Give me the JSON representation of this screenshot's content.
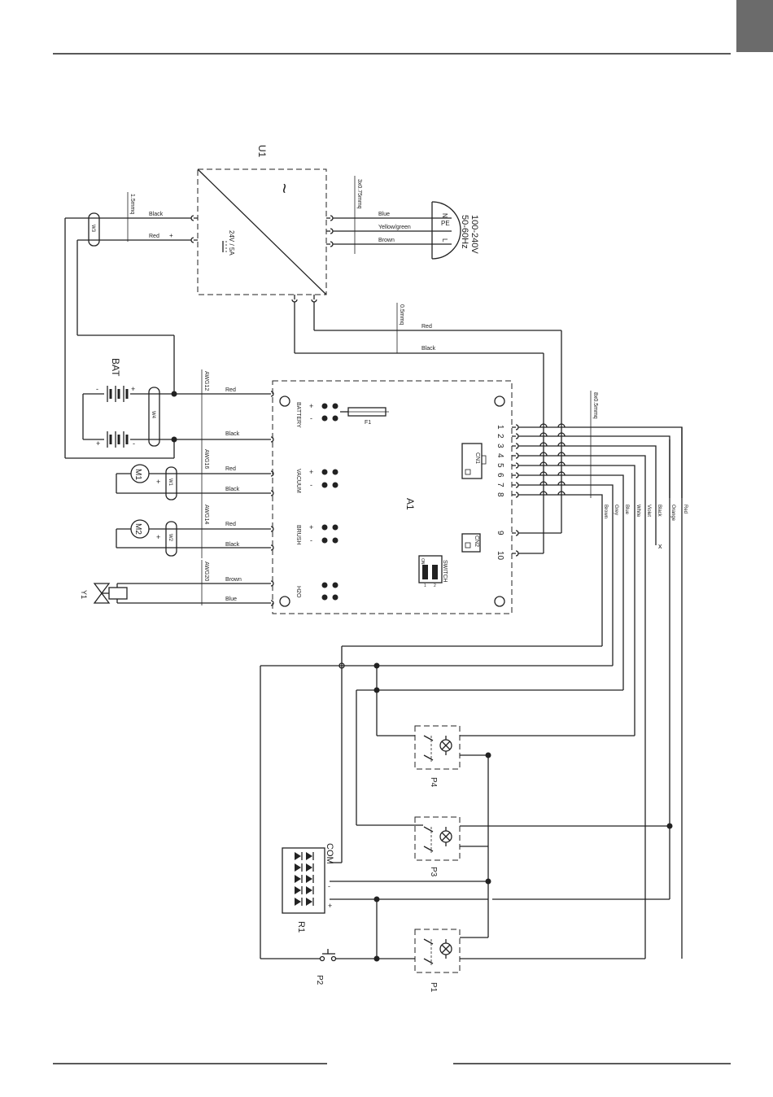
{
  "page": {
    "header_color": "#6b6b6b"
  },
  "power_supply": {
    "ref": "U1",
    "rating": "24V / 5A",
    "symbol": "~"
  },
  "mains": {
    "voltage": "100-240V",
    "frequency": "50-60Hz",
    "terminals": [
      "N",
      "PE",
      "L"
    ],
    "wires": [
      "Blue",
      "Yellow/green",
      "Brown"
    ],
    "cable": "3x0.75mmq"
  },
  "supply_out": {
    "cable": "1.5mmq",
    "wires": [
      "Black",
      "Red"
    ],
    "sheath": "W3"
  },
  "control_power": {
    "cable": "0.5mmq",
    "wires": [
      "Red",
      "Black"
    ]
  },
  "battery": {
    "ref": "BAT",
    "sheath": "W4",
    "gauge": "AWG12",
    "wires": [
      "Red",
      "Black"
    ]
  },
  "vacuum_motor": {
    "ref": "M1",
    "sheath": "W1",
    "gauge": "AWG16",
    "wires": [
      "Red",
      "Black"
    ]
  },
  "brush_motor": {
    "ref": "M2",
    "sheath": "W2",
    "gauge": "AWG14",
    "wires": [
      "Red",
      "Black"
    ]
  },
  "valve": {
    "ref": "Y1",
    "gauge": "AWG20",
    "wires": [
      "Brown",
      "Blue"
    ]
  },
  "board": {
    "ref": "A1",
    "fuse": "F1",
    "sections": [
      "BATTERY",
      "VACUUM",
      "BRUSH",
      "H2O"
    ],
    "cn1": "CN1",
    "cn2": "CN2",
    "switch": "SWITCH",
    "on": "ON",
    "switch_pins": [
      "1",
      "2"
    ],
    "terminals": [
      "1",
      "2",
      "3",
      "4",
      "5",
      "6",
      "7",
      "8",
      "9",
      "10"
    ]
  },
  "harness": {
    "cable": "8x0.5mmq",
    "wires": [
      "Brown",
      "Grey",
      "Blue",
      "White",
      "Violet",
      "Black",
      "Orange",
      "Red"
    ],
    "nc_mark": "x"
  },
  "rectifier": {
    "ref": "R1",
    "com": "COM",
    "minus": "-",
    "plus": "+"
  },
  "buttons": {
    "p1": "P1",
    "p2": "P2",
    "p3": "P3",
    "p4": "P4"
  },
  "signs": {
    "plus": "+",
    "minus": "-"
  }
}
